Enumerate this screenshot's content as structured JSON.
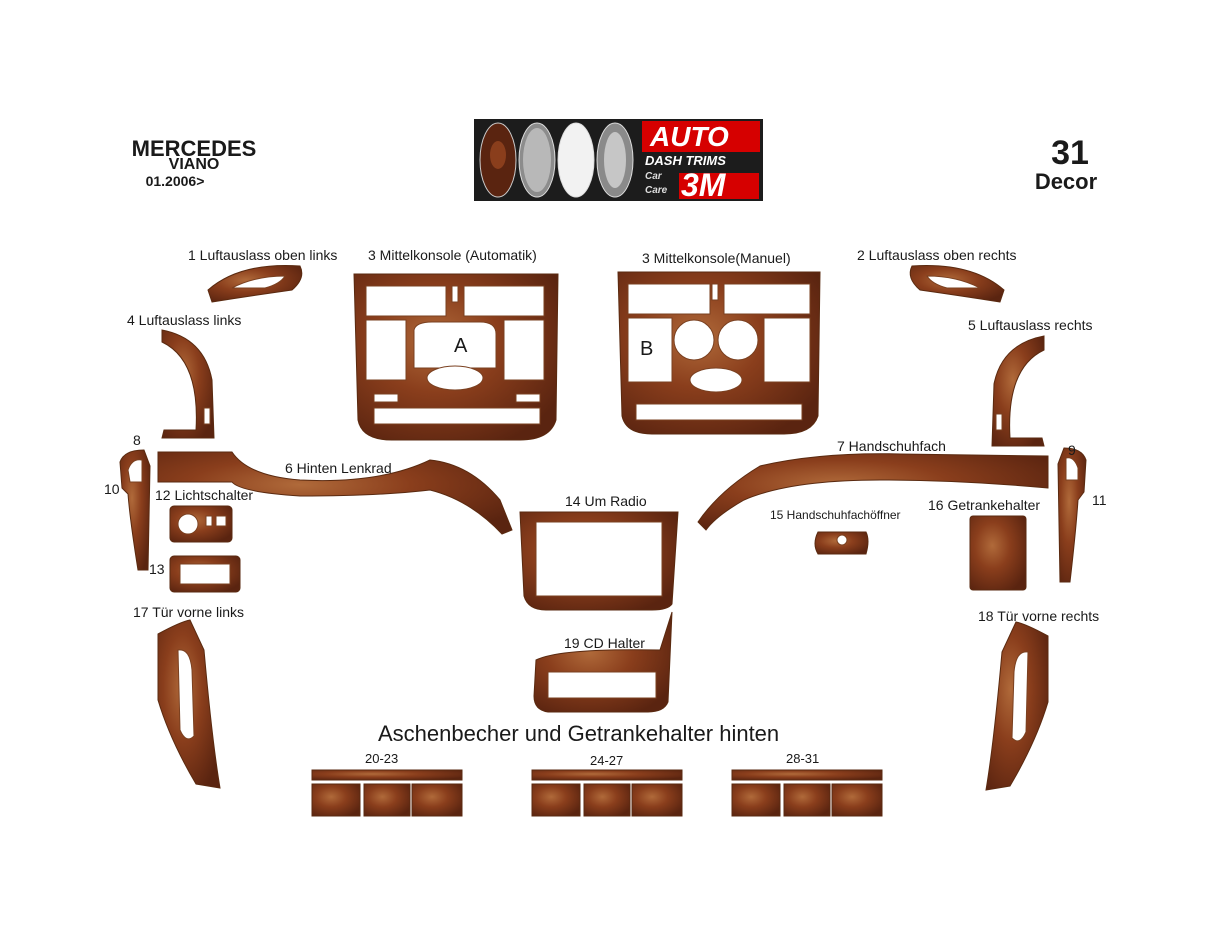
{
  "header": {
    "make": "MERCEDES",
    "model": "VIANO",
    "date": "01.2006>",
    "count": "31",
    "kit": "Decor"
  },
  "logo": {
    "auto": "AUTO",
    "dash_trims": "DASH TRIMS",
    "car": "Car",
    "care": "Care",
    "threem": "3M"
  },
  "parts": {
    "p1": "1 Luftauslass oben links",
    "p3a": "3 Mittelkonsole (Automatik)",
    "p3m": "3 Mittelkonsole(Manuel)",
    "p2": "2 Luftauslass oben rechts",
    "p4": "4 Luftauslass links",
    "p5": "5 Luftauslass rechts",
    "a": "A",
    "b": "B",
    "p8": "8",
    "p9": "9",
    "p10": "10",
    "p11": "11",
    "p6": "6 Hinten Lenkrad",
    "p7": "7 Handschuhfach",
    "p12": "12 Lichtschalter",
    "p13": "13",
    "p14": "14 Um Radio",
    "p15": "15 Handschuhfachöffner",
    "p16": "16 Getrankehalter",
    "p17": "17 Tür vorne links",
    "p18": "18 Tür vorne rechts",
    "p19": "19 CD Halter",
    "rear_title": "Aschenbecher und Getrankehalter hinten",
    "g1": "20-23",
    "g2": "24-27",
    "g3": "28-31"
  },
  "colors": {
    "wood_dark": "#5a2410",
    "wood_mid": "#8a3e1c",
    "wood_light": "#b06a3a"
  }
}
